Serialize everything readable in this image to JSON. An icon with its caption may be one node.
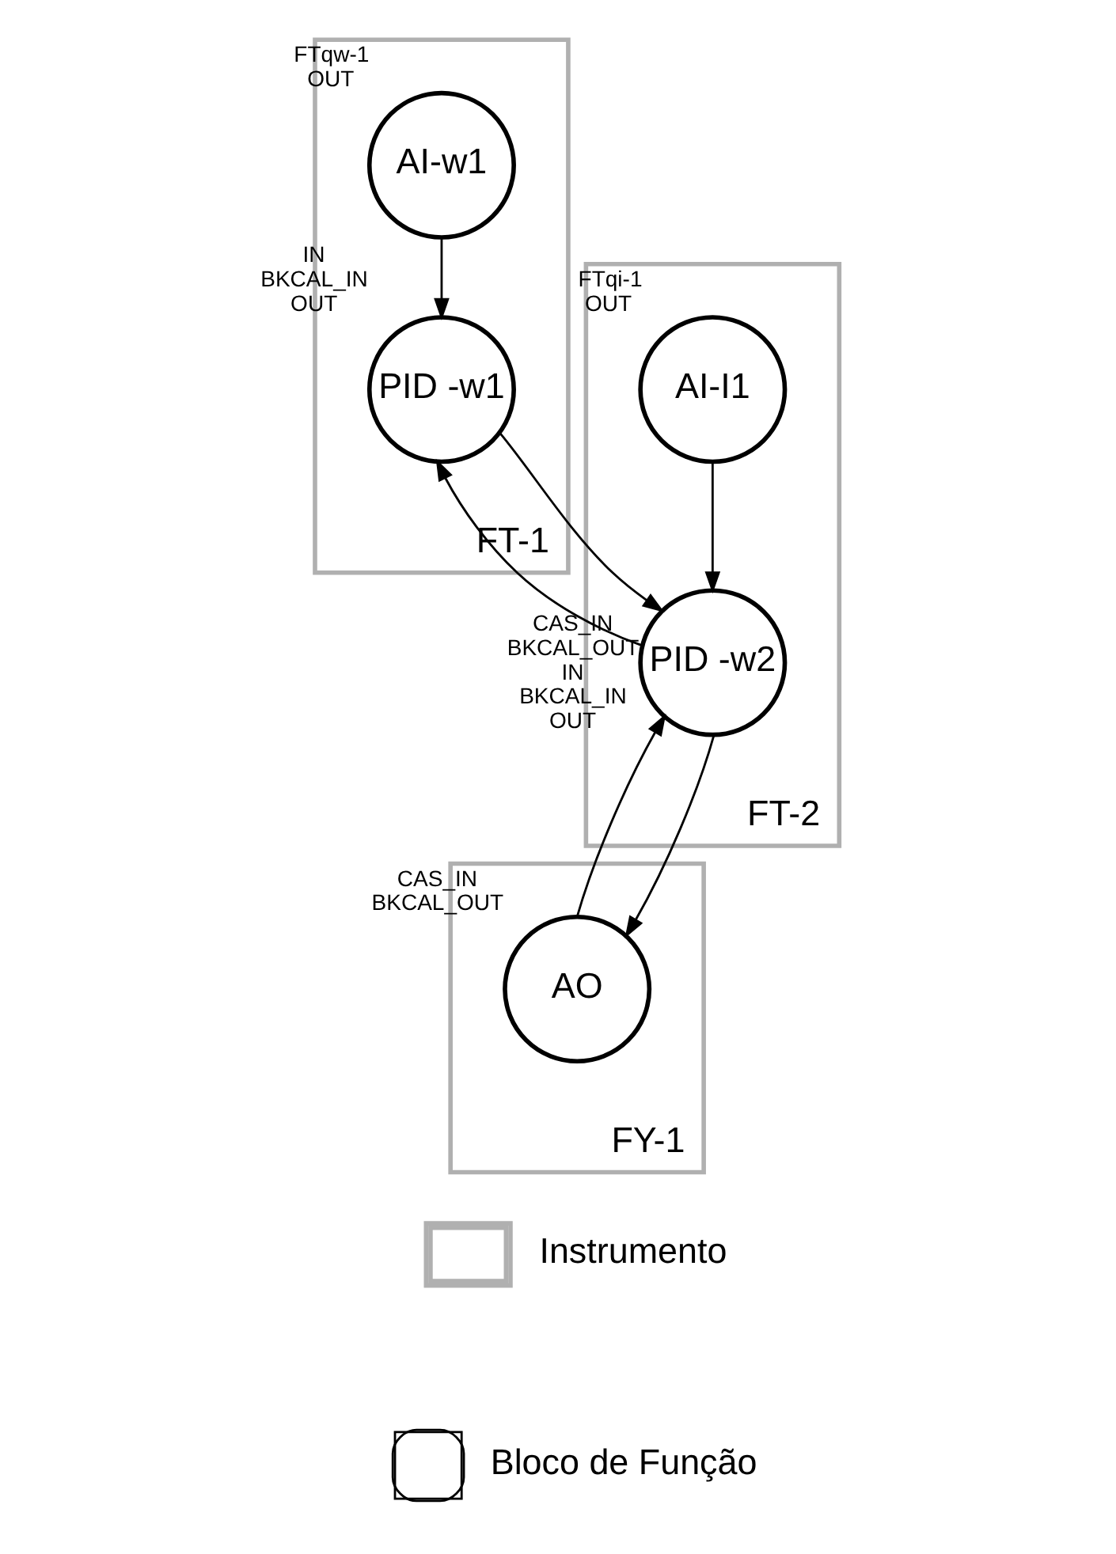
{
  "diagram": {
    "nodes": [
      {
        "text": [
          "FT-1"
        ]
      },
      {
        "text": [
          "AI-w1"
        ],
        "in": 0,
        "beside": [
          "FTqw-1",
          "OUT"
        ]
      },
      {
        "text": [
          "PID -w1"
        ],
        "in": 0,
        "beside": [
          "IN",
          "BKCAL_IN",
          "OUT"
        ]
      },
      {
        "text": [
          "FT-2"
        ]
      },
      {
        "text": [
          "AI-I1"
        ],
        "in": 3,
        "beside": [
          "FTqi-1",
          "OUT"
        ]
      },
      {
        "text": [
          "PID -w2"
        ],
        "in": 3,
        "beside": [
          "CAS_IN",
          "BKCAL_OUT",
          "IN",
          "BKCAL_IN",
          "OUT"
        ]
      },
      {
        "text": [
          "FY-1"
        ]
      },
      {
        "text": [
          "AO"
        ],
        "in": 6,
        "beside": [
          "CAS_IN",
          "BKCAL_OUT"
        ]
      }
    ],
    "edges": [
      {
        "from": 1,
        "to": 2,
        "arrow": "to"
      },
      {
        "from": 2,
        "to": 5,
        "arrow": "to"
      },
      {
        "from": 5,
        "to": 2,
        "arrow": "to"
      },
      {
        "from": 4,
        "to": 5,
        "arrow": "to"
      },
      {
        "from": 5,
        "to": 7,
        "arrow": "to"
      },
      {
        "from": 7,
        "to": 5,
        "arrow": "to"
      }
    ],
    "legend": [
      {
        "text": "Instrumento"
      },
      {
        "text": "Bloco de Função"
      }
    ]
  }
}
